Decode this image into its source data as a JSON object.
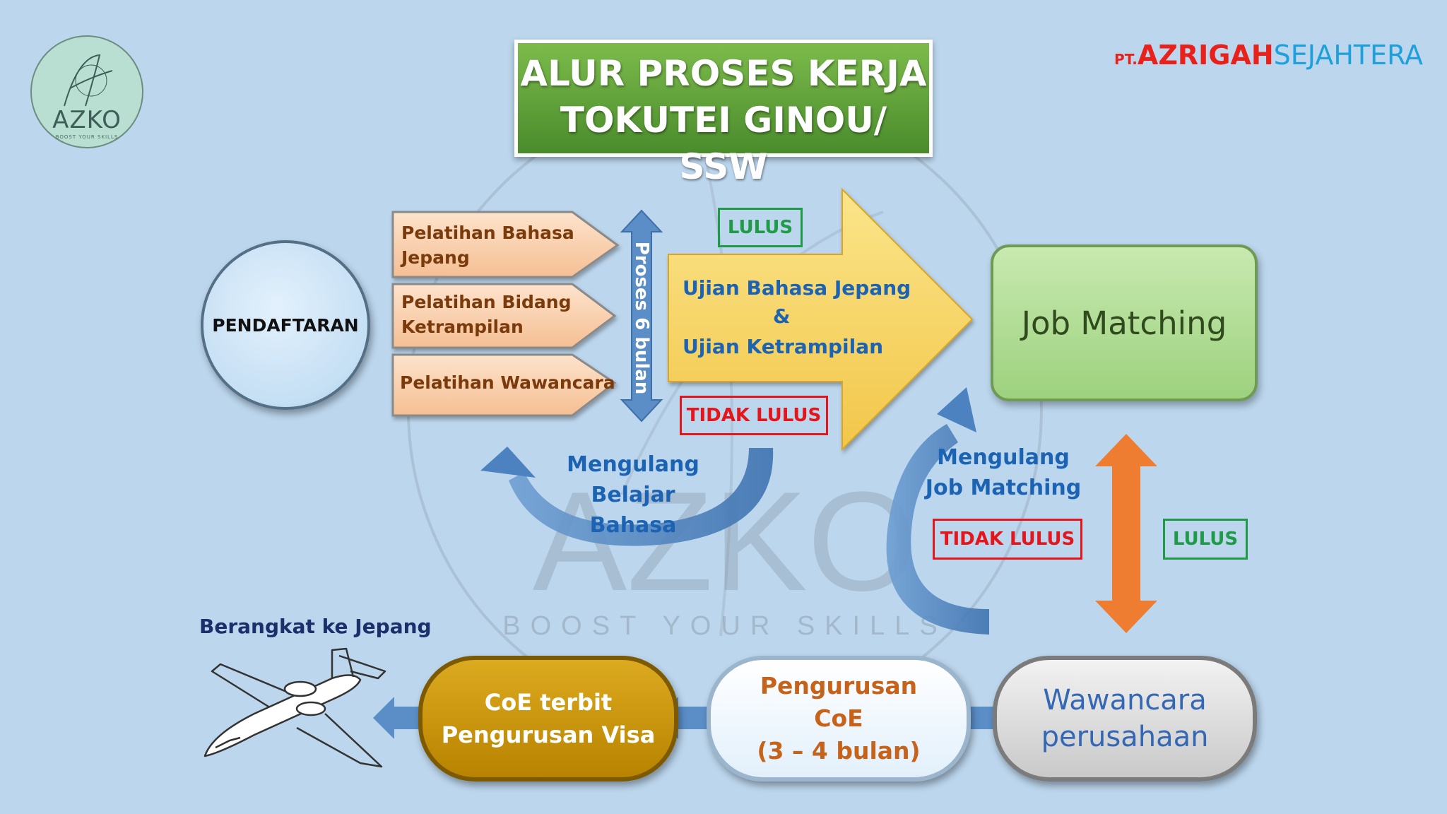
{
  "logo": {
    "name": "AZKO",
    "tagline": "BOOST YOUR SKILLS"
  },
  "company": {
    "prefix": "PT.",
    "part1": "AZRIGAH",
    "part2": "SEJAHTERA"
  },
  "title": {
    "line1": "ALUR PROSES KERJA",
    "line2": "TOKUTEI GINOU/ SSW"
  },
  "watermark": {
    "name": "AZKO",
    "tagline": "BOOST YOUR SKILLS"
  },
  "registration": "PENDAFTARAN",
  "trainings": [
    {
      "line1": "Pelatihan Bahasa",
      "line2": "Jepang"
    },
    {
      "line1": "Pelatihan Bidang",
      "line2": "Ketrampilan"
    },
    {
      "line1": "Pelatihan Wawancara",
      "line2": ""
    }
  ],
  "duration": "Proses 6 bulan",
  "exam": {
    "line1": "Ujian Bahasa Jepang",
    "line2": "&",
    "line3": "Ujian Ketrampilan"
  },
  "labels": {
    "pass": "LULUS",
    "fail": "TIDAK LULUS"
  },
  "job_matching": "Job Matching",
  "repeat_language": {
    "line1": "Mengulang",
    "line2": "Belajar Bahasa"
  },
  "repeat_job": {
    "line1": "Mengulang",
    "line2": "Job Matching"
  },
  "interview": {
    "line1": "Wawancara",
    "line2": "perusahaan"
  },
  "coe_process": {
    "line1": "Pengurusan",
    "line2": "CoE",
    "line3": "(3 – 4 bulan)"
  },
  "visa": {
    "line1": "CoE terbit",
    "line2": "Pengurusan Visa"
  },
  "departure": "Berangkat ke Jepang",
  "colors": {
    "background": "#bcd6ed",
    "title_green": "#5a9a36",
    "pass_green": "#1f9a46",
    "fail_red": "#e5151c",
    "arrow_blue": "#5b8ec7",
    "arrow_orange": "#ef7d31",
    "exam_yellow": "#f7d35c",
    "training_peach": "#fbd3b0"
  }
}
